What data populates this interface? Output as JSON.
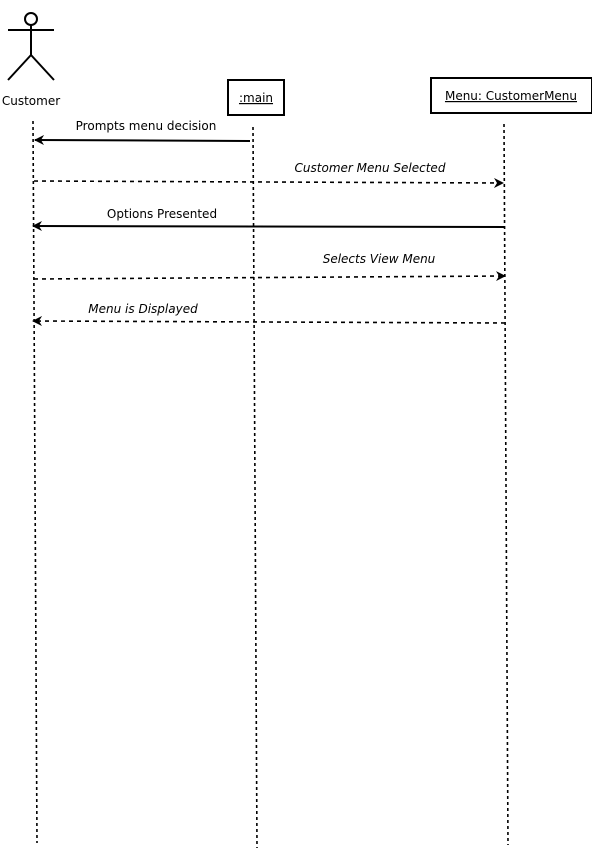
{
  "diagram": {
    "actor": {
      "label": "Customer"
    },
    "objects": [
      {
        "label": ":main"
      },
      {
        "label": "Menu: CustomerMenu"
      }
    ],
    "messages": [
      {
        "label": "Prompts menu decision",
        "style": "solid",
        "italic": false
      },
      {
        "label": "Customer Menu Selected",
        "style": "dashed",
        "italic": true
      },
      {
        "label": "Options Presented",
        "style": "solid",
        "italic": false
      },
      {
        "label": "Selects View Menu",
        "style": "dashed",
        "italic": true
      },
      {
        "label": "Menu is Displayed",
        "style": "dashed",
        "italic": true
      }
    ],
    "colors": {
      "line": "#000000",
      "background": "#ffffff"
    }
  }
}
